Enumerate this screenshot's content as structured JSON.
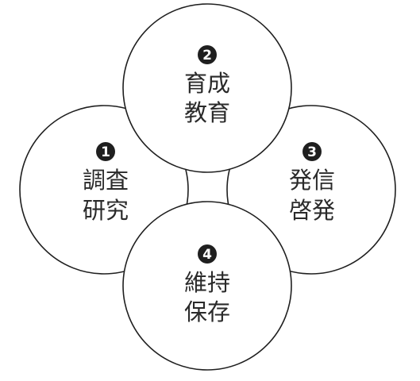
{
  "diagram": {
    "line_color": "#1f1f1f",
    "badge_color": "#1f1f1f",
    "text_color": "#2a2a2a",
    "circles": [
      {
        "id": "research",
        "number": "1",
        "lines": [
          "調査",
          "研究"
        ]
      },
      {
        "id": "education",
        "number": "2",
        "lines": [
          "育成",
          "教育"
        ]
      },
      {
        "id": "outreach",
        "number": "3",
        "lines": [
          "発信",
          "啓発"
        ]
      },
      {
        "id": "preservation",
        "number": "4",
        "lines": [
          "維持",
          "保存"
        ]
      }
    ]
  }
}
